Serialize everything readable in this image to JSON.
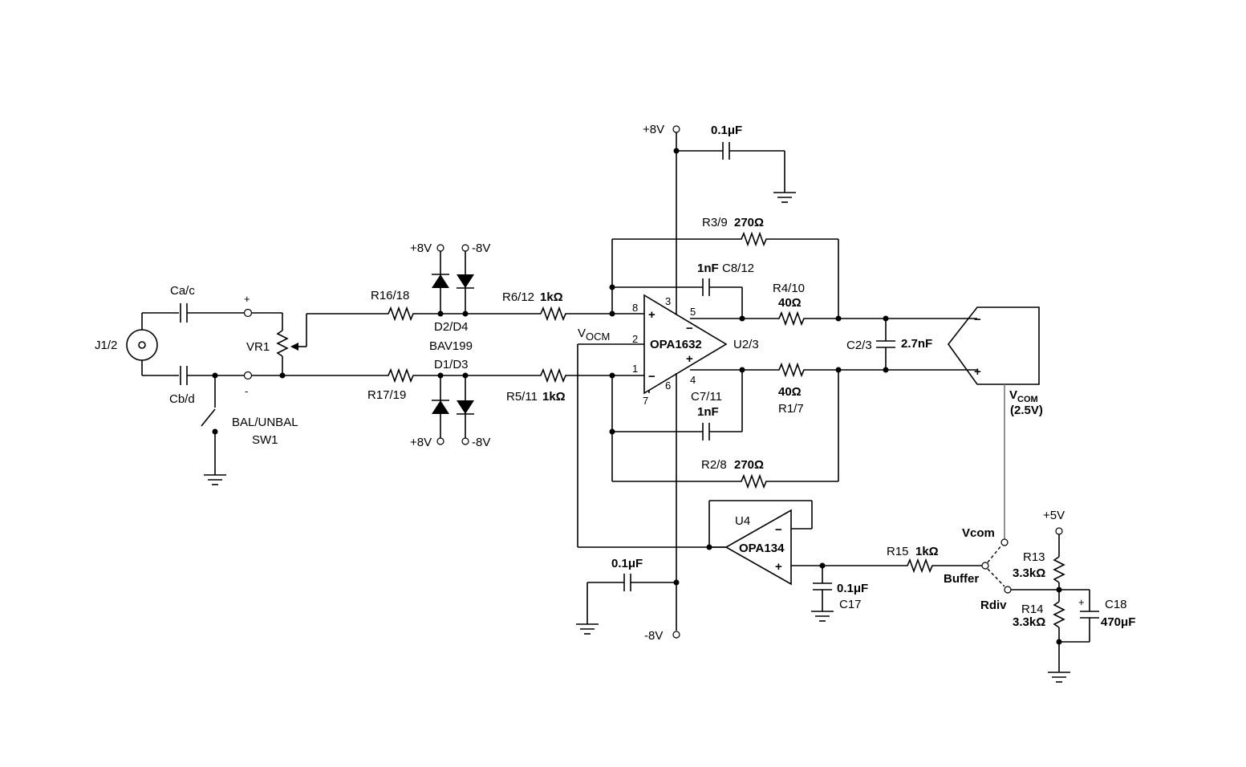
{
  "labels": {
    "j12": "J1/2",
    "cac": "Ca/c",
    "cbd": "Cb/d",
    "plus_term": "+",
    "minus_term": "-",
    "vr1": "VR1",
    "bal_unbal": "BAL/UNBAL",
    "sw1": "SW1",
    "r1618": "R16/18",
    "r1719": "R17/19",
    "d2d4": "D2/D4",
    "bav199": "BAV199",
    "d1d3": "D1/D3",
    "p8v": "+8V",
    "m8v": "-8V",
    "r612": "R6/12",
    "r511": "R5/11",
    "k1": "1kΩ",
    "vocm_v": "V",
    "vocm_sub": "OCM",
    "opa1632": "OPA1632",
    "u23": "U2/3",
    "pin8": "8",
    "pin3": "3",
    "pin5": "5",
    "pin2": "2",
    "pin1": "1",
    "pin4": "4",
    "pin6": "6",
    "pin7": "7",
    "cap01": "0.1μF",
    "r39": "R3/9",
    "ohm270": "270Ω",
    "nf1": "1nF",
    "c812": "C8/12",
    "r410": "R4/10",
    "ohm40": "40Ω",
    "c23": "C2/3",
    "nf27": "2.7nF",
    "c711": "C7/11",
    "r17": "R1/7",
    "r28": "R2/8",
    "vcom_v": "V",
    "vcom_sub": "COM",
    "vcom_val": "(2.5V)",
    "u4": "U4",
    "opa134": "OPA134",
    "r15": "R15",
    "c17": "C17",
    "vcom_sw": "Vcom",
    "buffer": "Buffer",
    "rdiv": "Rdiv",
    "p5v": "+5V",
    "r13": "R13",
    "r14": "R14",
    "k33": "3.3kΩ",
    "c18": "C18",
    "uf470": "470μF",
    "adc_minus": "−",
    "adc_plus": "+"
  }
}
